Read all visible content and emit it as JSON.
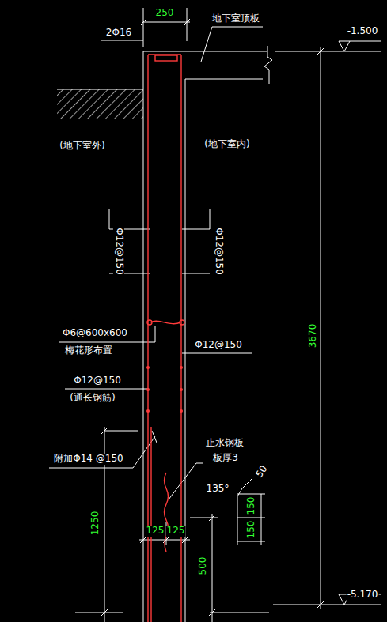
{
  "diagram": {
    "labels": [
      "250",
      "2Φ16",
      "地下室顶板",
      "-1.500",
      "(地下室外)",
      "(地下室内)",
      "Φ12@150",
      "Φ12@150",
      "Φ6@600x600",
      "梅花形布置",
      "Φ12@150",
      "Φ12@150",
      "(通长钢筋)",
      "附加Φ14 @150",
      "止水钢板",
      "板厚3",
      "50",
      "135°",
      "150",
      "150",
      "125",
      "125",
      "1250",
      "500",
      "3670",
      "-5.170"
    ]
  }
}
